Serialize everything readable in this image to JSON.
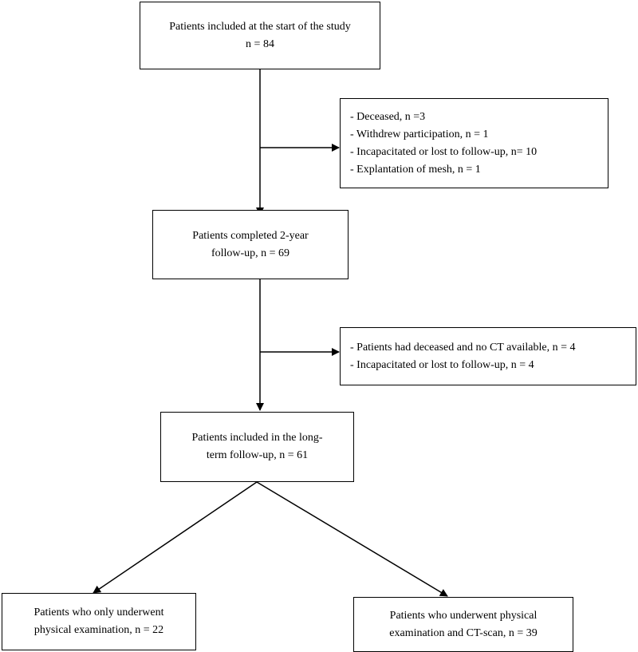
{
  "start": {
    "line1": "Patients included at the start of the study",
    "line2": "n = 84"
  },
  "exclusion1": {
    "items": [
      "- Deceased, n =3",
      "- Withdrew participation, n = 1",
      "- Incapacitated or lost to follow-up, n= 10",
      "- Explantation of mesh, n = 1"
    ]
  },
  "completed": {
    "line1": "Patients completed 2-year",
    "line2": "follow-up, n = 69"
  },
  "exclusion2": {
    "items": [
      "- Patients had deceased and no CT available, n = 4",
      "- Incapacitated or lost to follow-up, n = 4"
    ]
  },
  "longterm": {
    "line1": "Patients included in the long-",
    "line2": "term follow-up, n = 61"
  },
  "physical_only": {
    "line1": "Patients who only underwent",
    "line2": "physical examination, n = 22"
  },
  "physical_ct": {
    "line1": "Patients who underwent physical",
    "line2": "examination and CT-scan, n = 39"
  }
}
